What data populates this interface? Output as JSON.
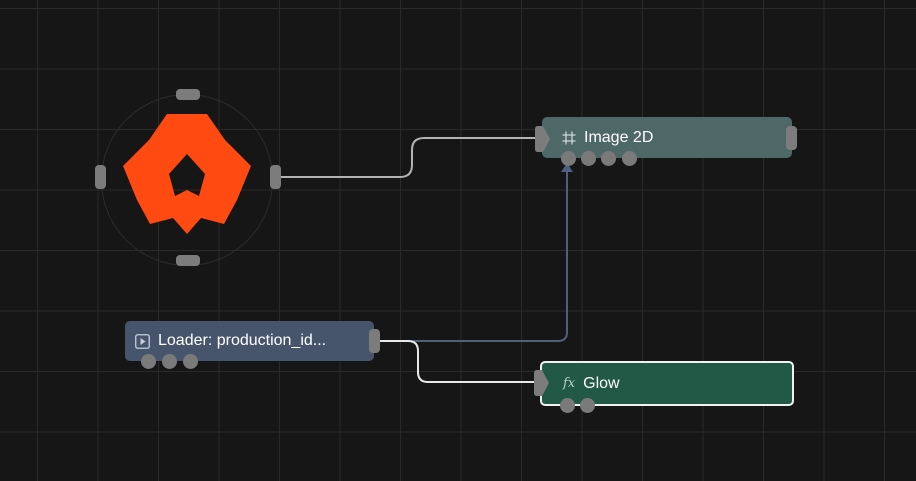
{
  "nodes": {
    "logo": {
      "icon": "flower-logo-icon",
      "color": "#ff4a12"
    },
    "image2d": {
      "title": "Image 2D",
      "icon": "frame-hash-icon",
      "color": "#4e6868"
    },
    "loader": {
      "title": "Loader: production_id...",
      "icon": "play-square-icon",
      "color": "#47556c"
    },
    "glow": {
      "title": "Glow",
      "icon": "fx-icon",
      "icon_text": "fx",
      "color": "#225846",
      "selected": true
    }
  },
  "connections": [
    {
      "from": "logo",
      "to": "image2d",
      "color": "#b3b3b3"
    },
    {
      "from": "loader",
      "to": "image2d",
      "color": "#4f5f80"
    },
    {
      "from": "loader",
      "to": "glow",
      "color": "#e8e8e8"
    }
  ],
  "colors": {
    "canvas": "#161616",
    "grid": "#2a2a2a",
    "port": "#7c7c7c"
  }
}
